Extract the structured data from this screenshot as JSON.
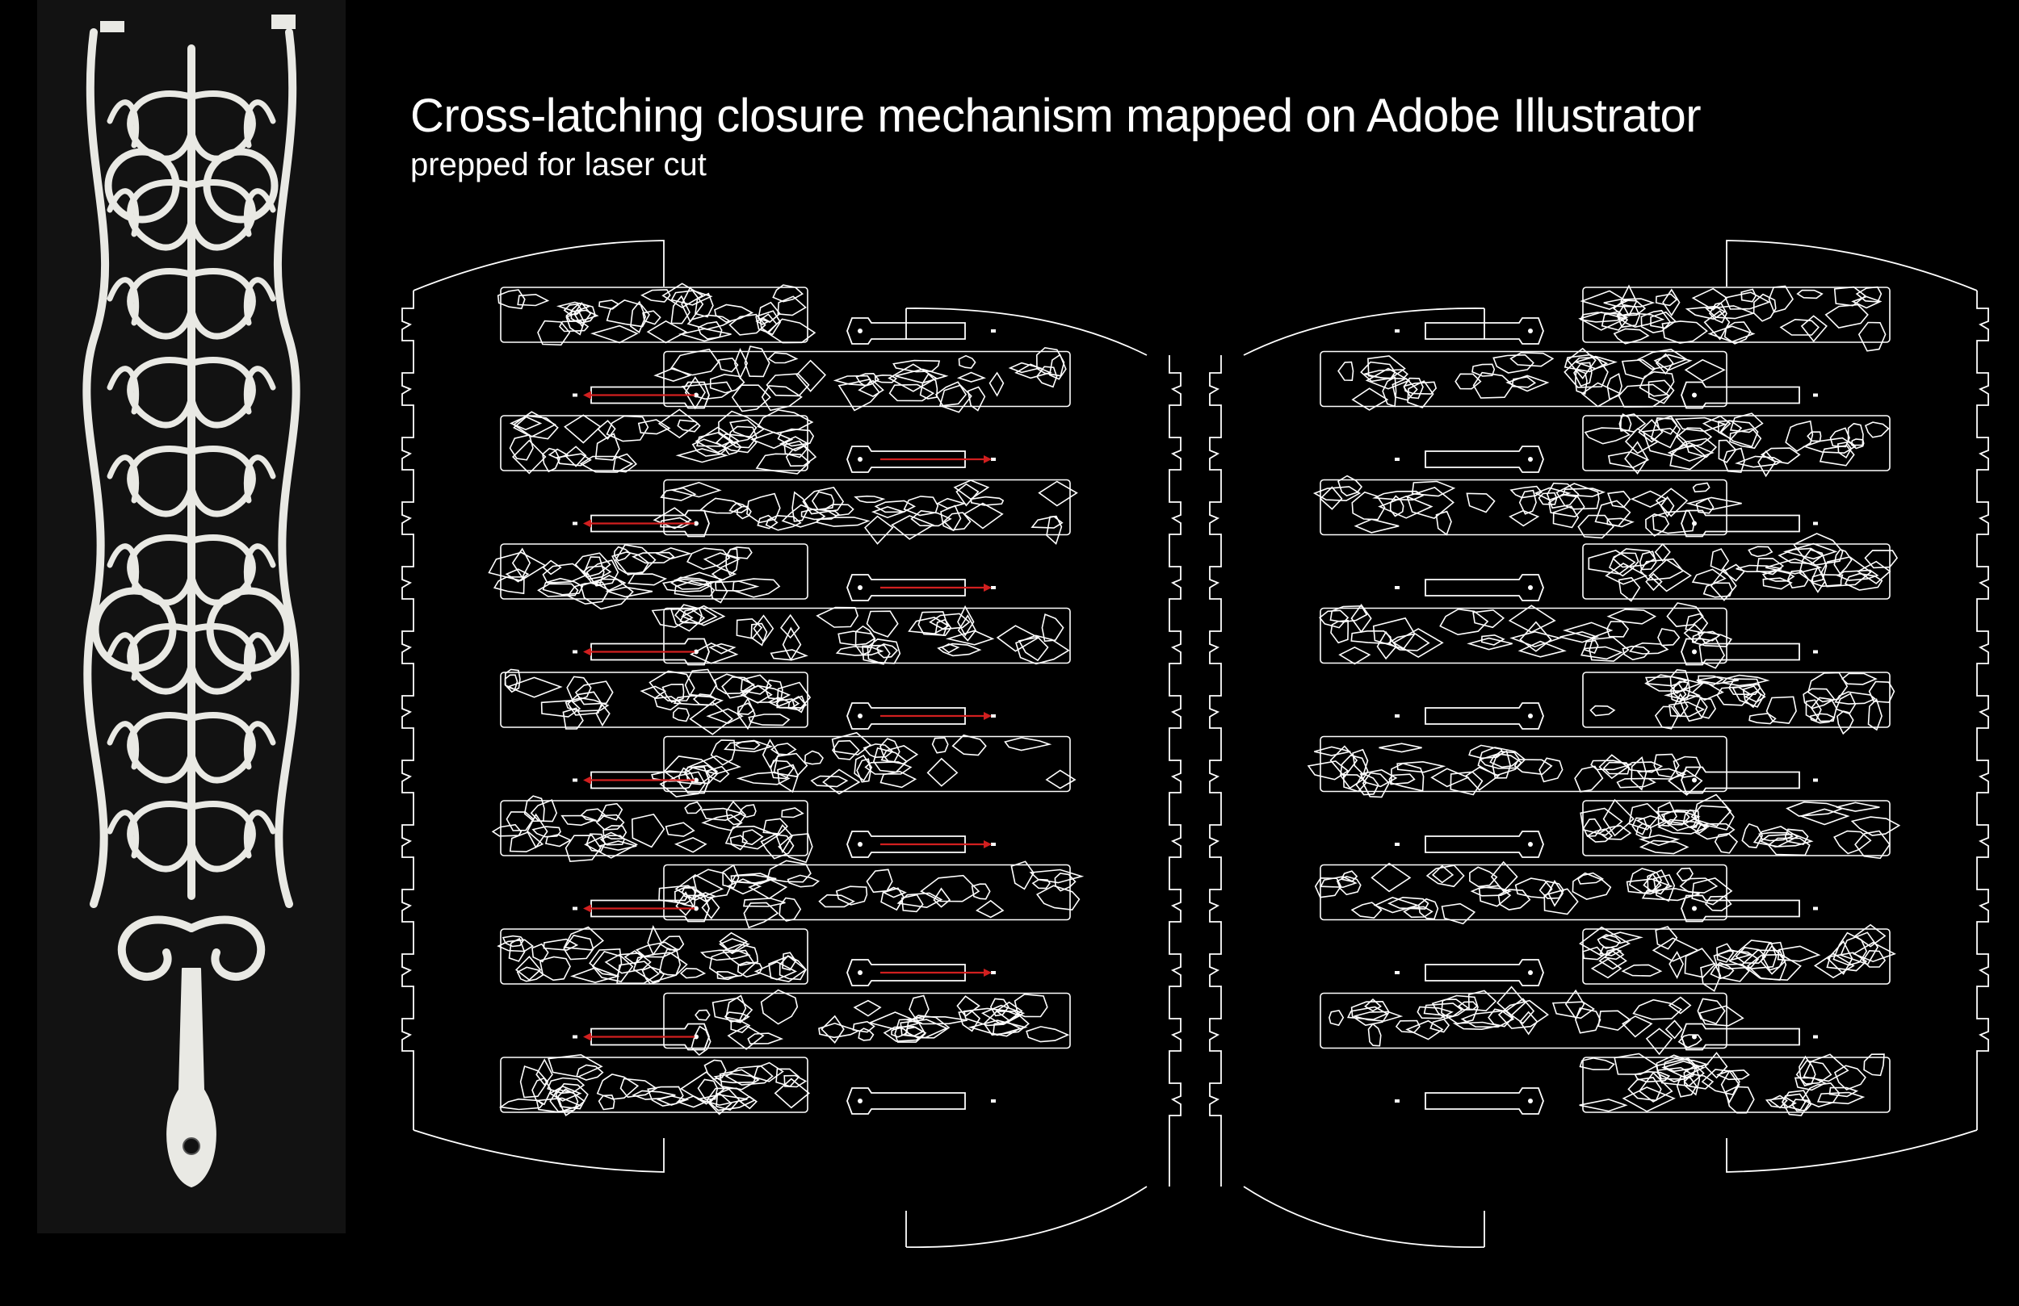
{
  "title": "Cross-latching closure mechanism mapped on Adobe Illustrator",
  "subtitle": "prepped for laser cut",
  "colors": {
    "background": "#000000",
    "cut_line": "#ffffff",
    "arrow": "#d11f1f",
    "photo_background": "#121212",
    "photo_ironwork": "#e9e9e4"
  },
  "diagram": {
    "panels": [
      "left-panel",
      "right-panel"
    ],
    "latch_rows_per_panel": 13
  }
}
